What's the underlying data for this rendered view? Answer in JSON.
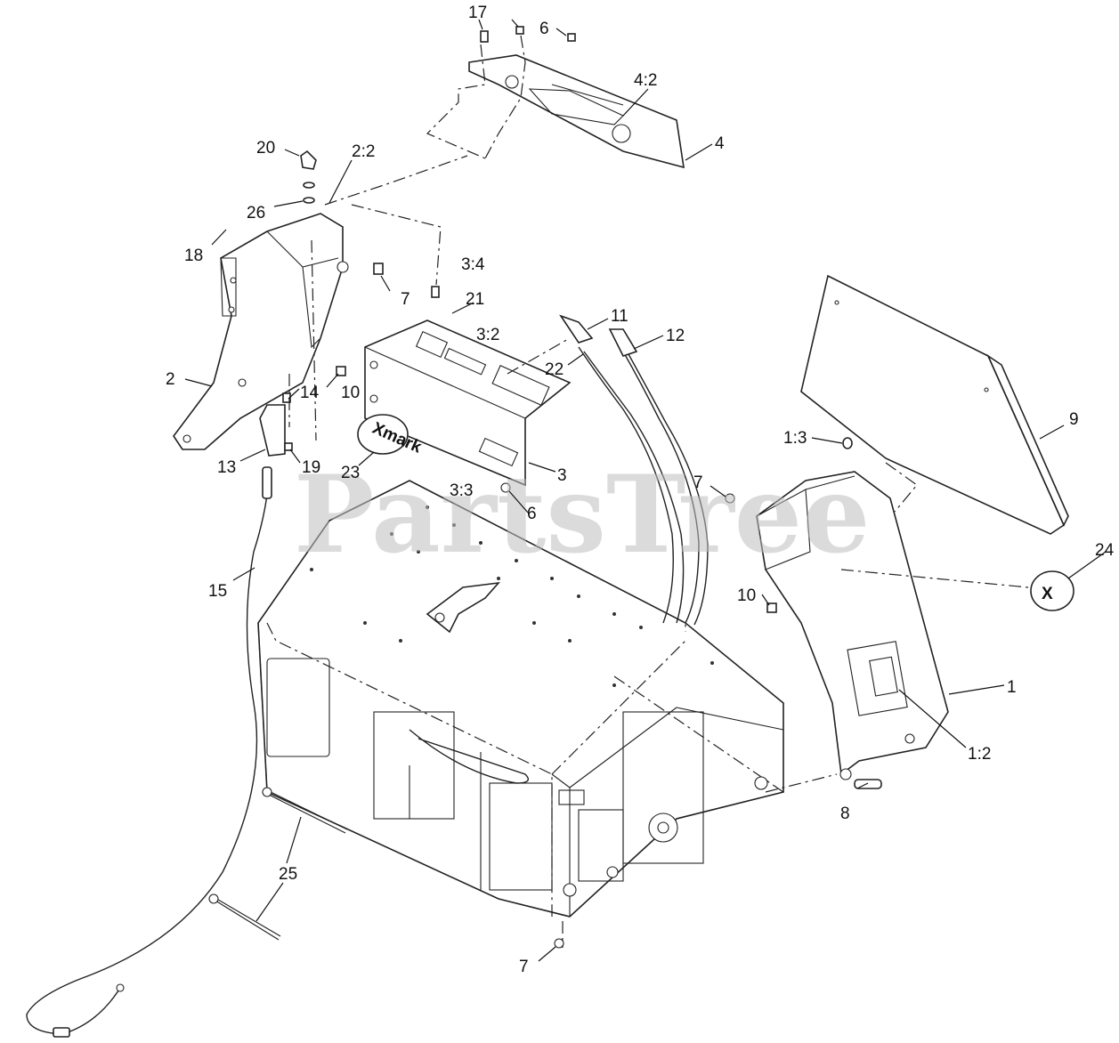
{
  "watermark": "PartsTree",
  "logo_text": "Xmark",
  "callouts": [
    {
      "id": "c17",
      "text": "17"
    },
    {
      "id": "c6a",
      "text": "6"
    },
    {
      "id": "c4_2",
      "text": "4:2"
    },
    {
      "id": "c4",
      "text": "4"
    },
    {
      "id": "c20",
      "text": "20"
    },
    {
      "id": "c2_2",
      "text": "2:2"
    },
    {
      "id": "c26",
      "text": "26"
    },
    {
      "id": "c18",
      "text": "18"
    },
    {
      "id": "c7a",
      "text": "7"
    },
    {
      "id": "c3_4",
      "text": "3:4"
    },
    {
      "id": "c21",
      "text": "21"
    },
    {
      "id": "c11",
      "text": "11"
    },
    {
      "id": "c12",
      "text": "12"
    },
    {
      "id": "c3_2",
      "text": "3:2"
    },
    {
      "id": "c22",
      "text": "22"
    },
    {
      "id": "c2",
      "text": "2"
    },
    {
      "id": "c10a",
      "text": "10"
    },
    {
      "id": "c14",
      "text": "14"
    },
    {
      "id": "c13",
      "text": "13"
    },
    {
      "id": "c19",
      "text": "19"
    },
    {
      "id": "c23",
      "text": "23"
    },
    {
      "id": "c3",
      "text": "3"
    },
    {
      "id": "c3_3",
      "text": "3:3"
    },
    {
      "id": "c6b",
      "text": "6"
    },
    {
      "id": "c7b",
      "text": "7"
    },
    {
      "id": "c9",
      "text": "9"
    },
    {
      "id": "c1_3",
      "text": "1:3"
    },
    {
      "id": "c24",
      "text": "24"
    },
    {
      "id": "c15",
      "text": "15"
    },
    {
      "id": "c10b",
      "text": "10"
    },
    {
      "id": "c1",
      "text": "1"
    },
    {
      "id": "c1_2",
      "text": "1:2"
    },
    {
      "id": "c8",
      "text": "8"
    },
    {
      "id": "c25",
      "text": "25"
    },
    {
      "id": "c7c",
      "text": "7"
    }
  ]
}
